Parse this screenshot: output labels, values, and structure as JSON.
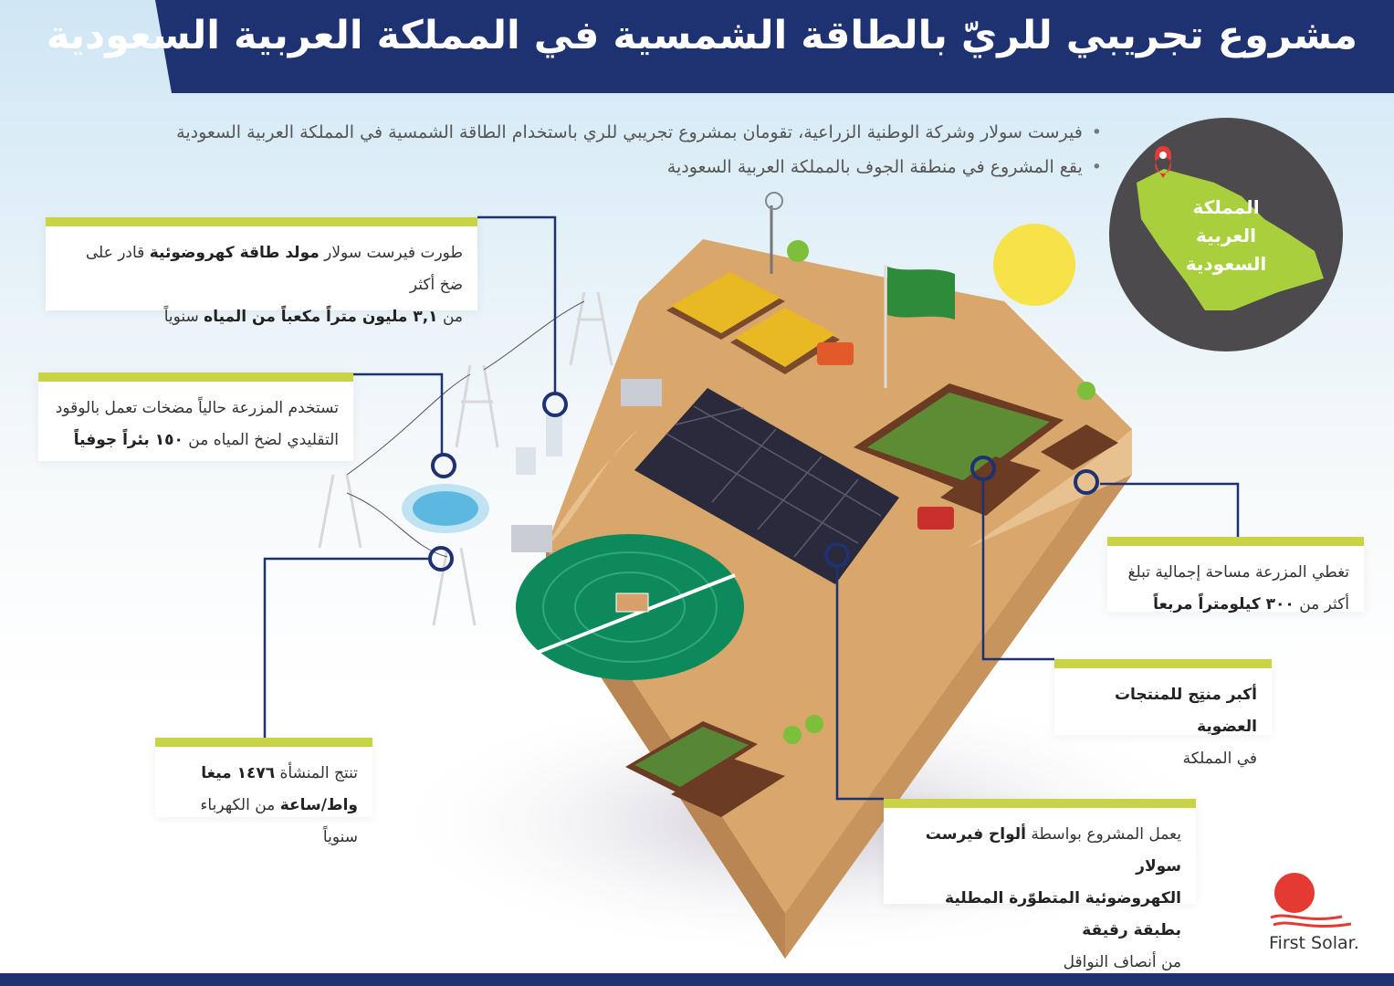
{
  "header": {
    "title": "مشروع تجريبي للريّ بالطاقة الشمسية في المملكة العربية السعودية"
  },
  "intro": {
    "bullets": [
      "فيرست سولار وشركة الوطنية الزراعية، تقومان بمشروع تجريبي للري باستخدام الطاقة الشمسية في المملكة العربية السعودية",
      "يقع المشروع في منطقة الجوف بالمملكة العربية السعودية"
    ]
  },
  "map": {
    "label_lines": [
      "المملكة",
      "العربية",
      "السعودية"
    ]
  },
  "callouts": {
    "generator": {
      "line1_a": "طورت فيرست سولار ",
      "line1_b": "مولد طاقة كهروضوئية",
      "line1_c": " قادر على ضخ أكثر",
      "line2_a": "من ",
      "line2_b": "٣,١ مليون متراً مكعباً من المياه",
      "line2_c": " سنوياً"
    },
    "pumps": {
      "line1": "تستخدم المزرعة حالياً مضخات تعمل بالوقود",
      "line2_a": "التقليدي لضخ المياه من ",
      "line2_b": "١٥٠ بئراً جوفياً"
    },
    "output": {
      "line1_a": "تنتج المنشأة ",
      "line1_b": "١٤٧٦ ميغا",
      "line2_a": "واط/ساعة",
      "line2_b": " من الكهرباء سنوياً"
    },
    "area": {
      "line1": "تغطي المزرعة مساحة إجمالية تبلغ",
      "line2_a": "أكثر من ",
      "line2_b": "٣٠٠ كيلومتراً مربعاً"
    },
    "organic": {
      "line1": "أكبر منتِج للمنتجات العضوية",
      "line2": "في المملكة"
    },
    "panels": {
      "line1_a": "يعمل المشروع بواسطة ",
      "line1_b": "ألواح فيرست سولار",
      "line2": "الكهروضوئية المتطوّرة المطلية بطبقة رقيقة",
      "line3": "من أنصاف النواقل"
    }
  },
  "logo": {
    "text": "First Solar."
  },
  "colors": {
    "navy": "#1e3170",
    "accent": "#c8d346",
    "sand": "#d9a66c",
    "green": "#0d8a5c",
    "logo_red": "#e53a32"
  }
}
